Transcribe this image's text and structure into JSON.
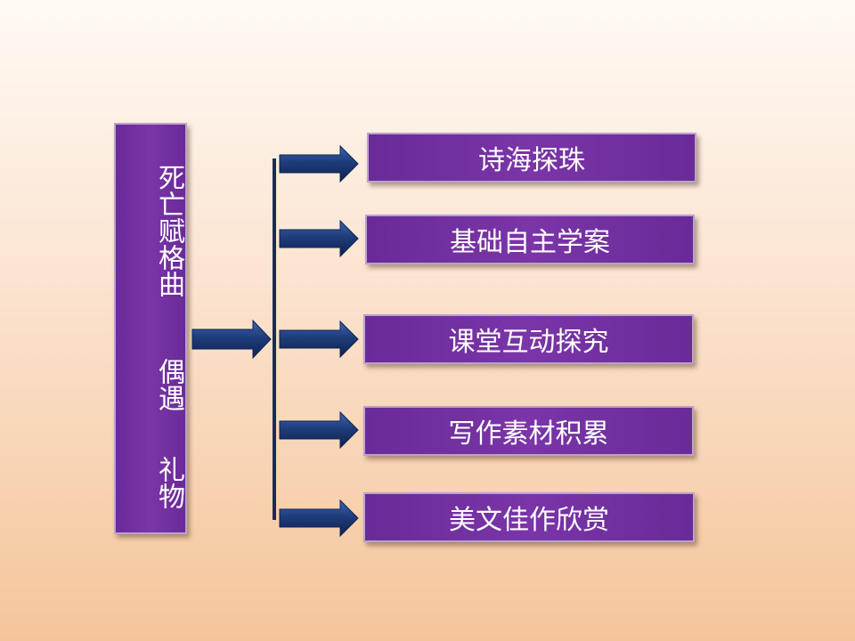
{
  "title": {
    "line1": "死亡赋格曲",
    "line2": "偶遇",
    "line3": "礼物"
  },
  "items": [
    {
      "label": "诗海探珠"
    },
    {
      "label": "基础自主学案"
    },
    {
      "label": "课堂互动探究"
    },
    {
      "label": "写作素材积累"
    },
    {
      "label": "美文佳作欣赏"
    }
  ],
  "colors": {
    "box_fill": "#7030a0",
    "arrow_fill": "#1f3c7a",
    "connector_line": "#1a2a5a"
  }
}
